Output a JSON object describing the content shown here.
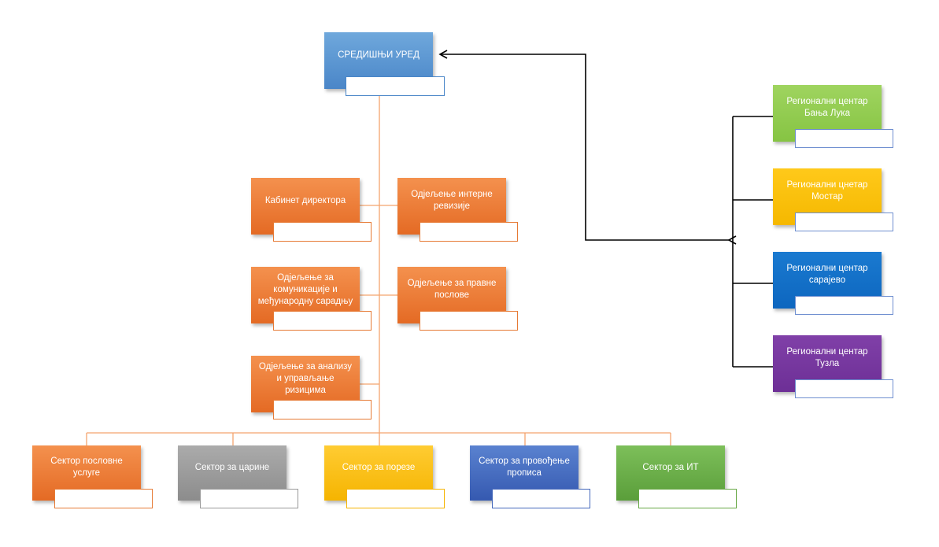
{
  "head_office": {
    "label": "СРЕДИШЊИ УРЕД"
  },
  "units": [
    {
      "label": "Кабинет директора"
    },
    {
      "label": "Одјељење интерне ревизије"
    },
    {
      "label": "Одјељење за комуникације и међународну сарадњу"
    },
    {
      "label": "Одјељење за правне послове"
    },
    {
      "label": "Одјељење за анализу и управљање ризицима"
    }
  ],
  "sectors": [
    {
      "label": "Сектор пословне услуге"
    },
    {
      "label": "Сектор за царине"
    },
    {
      "label": "Сектор за порезе"
    },
    {
      "label": "Сектор за провођење прописа"
    },
    {
      "label": "Сектор за ИТ"
    }
  ],
  "regional_centers": [
    {
      "label": "Регионални центар Бања Лука"
    },
    {
      "label": "Регионални цнетар Мостар"
    },
    {
      "label": "Регионални центар сарајево"
    },
    {
      "label": "Регионални центар Тузла"
    }
  ],
  "colors": {
    "head_office": "#5b9bd5",
    "units": "#ed7d31",
    "connector_orange": "#f4a46e",
    "connector_black": "#000000",
    "sector_business": "#ed7d31",
    "sector_customs": "#a5a5a5",
    "sector_taxes": "#ffc000",
    "sector_enforcement": "#4472c4",
    "sector_it": "#70ad47",
    "rc_banja_luka": "#92d050",
    "rc_mostar": "#ffc000",
    "rc_sarajevo": "#0070c0",
    "rc_tuzla": "#7030a0"
  }
}
